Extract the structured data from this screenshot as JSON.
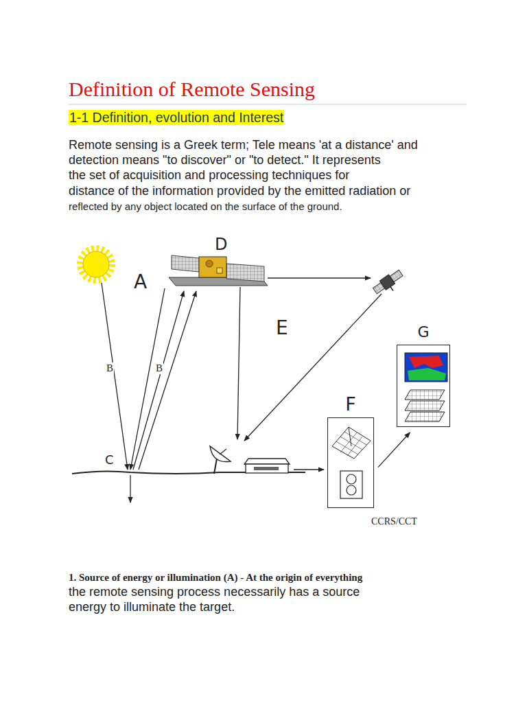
{
  "diagram": {
    "title": "Definition of Remote Sensing",
    "nodes": [
      {
        "text": [
          "F"
        ]
      },
      {
        "text": [
          "G"
        ]
      }
    ],
    "edges": [
      {
        "from": 0,
        "to": 1,
        "arrow": "to"
      }
    ],
    "labels": [
      "1-1 Definition, evolution and Interest",
      "Remote sensing is a Greek term; Tele means 'at a distance' and",
      "detection means \"to discover\" or \"to detect.\" It represents",
      "the set of acquisition and processing techniques for",
      "distance of the information provided by the emitted radiation or",
      "reflected by any object located on the surface of the ground.",
      "A",
      "B",
      "B",
      "C",
      "D",
      "E",
      "CCRS/CCT",
      "1. Source of energy or illumination (A) - At the origin of everything",
      "the remote sensing process necessarily has a source",
      "energy to illuminate the target."
    ]
  }
}
